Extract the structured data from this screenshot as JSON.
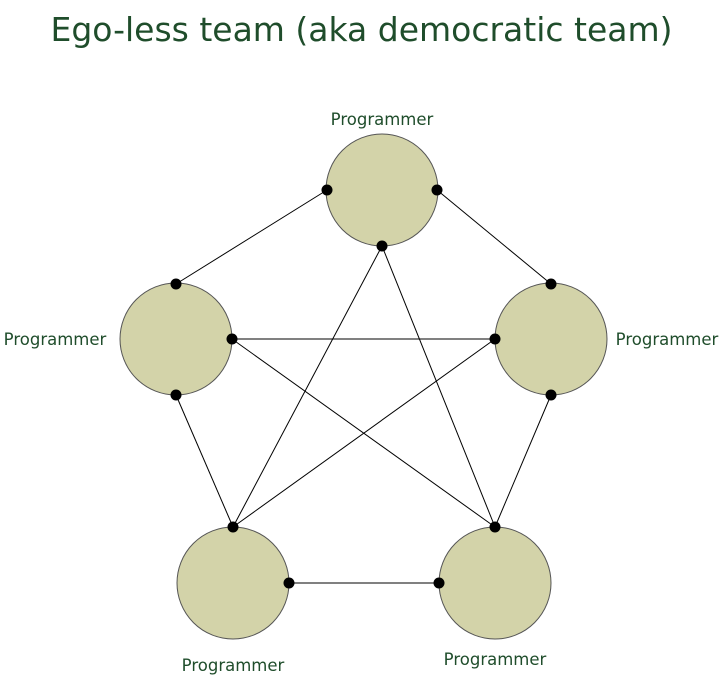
{
  "title": "Ego-less team (aka democratic team)",
  "colors": {
    "title": "#1f4d2b",
    "node_fill": "#d3d3a9",
    "node_stroke": "#555555",
    "edge": "#000000",
    "connector": "#000000",
    "label": "#1f4d2b"
  },
  "nodes": [
    {
      "id": "top",
      "label": "Programmer"
    },
    {
      "id": "left",
      "label": "Programmer"
    },
    {
      "id": "right",
      "label": "Programmer"
    },
    {
      "id": "bottom-left",
      "label": "Programmer"
    },
    {
      "id": "bottom-right",
      "label": "Programmer"
    }
  ],
  "edges": [
    [
      "top",
      "left"
    ],
    [
      "top",
      "right"
    ],
    [
      "top",
      "bottom-left"
    ],
    [
      "top",
      "bottom-right"
    ],
    [
      "left",
      "right"
    ],
    [
      "left",
      "bottom-left"
    ],
    [
      "left",
      "bottom-right"
    ],
    [
      "right",
      "bottom-left"
    ],
    [
      "right",
      "bottom-right"
    ],
    [
      "bottom-left",
      "bottom-right"
    ]
  ]
}
